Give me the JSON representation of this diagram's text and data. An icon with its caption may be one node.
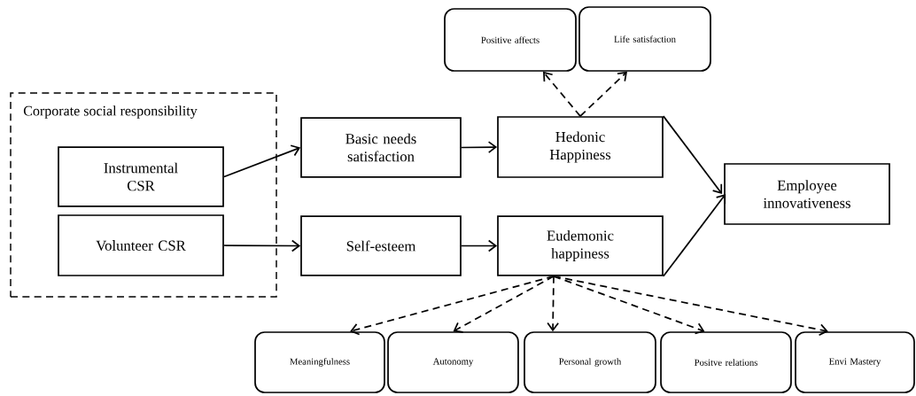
{
  "diagram": {
    "nodes": [
      {
        "text": [
          "Corporate social responsibility"
        ]
      },
      {
        "text": [
          "Instrumental CSR"
        ],
        "in": 0
      },
      {
        "text": [
          "Volunteer CSR"
        ],
        "in": 0
      },
      {
        "text": [
          "Basic needs satisfaction"
        ]
      },
      {
        "text": [
          "Self-esteem"
        ]
      },
      {
        "text": [
          "Hedonic Happiness"
        ]
      },
      {
        "text": [
          "Eudemonic happiness"
        ]
      },
      {
        "text": [
          "Employee innovativeness"
        ]
      },
      {
        "text": [
          "Positive affects"
        ]
      },
      {
        "text": [
          "Life satisfaction"
        ]
      },
      {
        "text": [
          "Meaningfulness"
        ]
      },
      {
        "text": [
          "Autonomy"
        ]
      },
      {
        "text": [
          "Personal growth"
        ]
      },
      {
        "text": [
          "Positve relations"
        ]
      },
      {
        "text": [
          "Envi Mastery"
        ]
      }
    ],
    "edges": [
      {
        "from": 1,
        "to": 3,
        "arrow": "to"
      },
      {
        "from": 2,
        "to": 4,
        "arrow": "to"
      },
      {
        "from": 3,
        "to": 5,
        "arrow": "to"
      },
      {
        "from": 4,
        "to": 6,
        "arrow": "to"
      },
      {
        "from": 5,
        "to": 7,
        "arrow": "to"
      },
      {
        "from": 6,
        "to": 7,
        "arrow": "to"
      },
      {
        "from": 5,
        "to": 8,
        "arrow": "to",
        "style": "dashed"
      },
      {
        "from": 5,
        "to": 9,
        "arrow": "to",
        "style": "dashed"
      },
      {
        "from": 6,
        "to": 10,
        "arrow": "to",
        "style": "dashed"
      },
      {
        "from": 6,
        "to": 11,
        "arrow": "to",
        "style": "dashed"
      },
      {
        "from": 6,
        "to": 12,
        "arrow": "to",
        "style": "dashed"
      },
      {
        "from": 6,
        "to": 13,
        "arrow": "to",
        "style": "dashed"
      },
      {
        "from": 6,
        "to": 14,
        "arrow": "to",
        "style": "dashed"
      }
    ]
  }
}
